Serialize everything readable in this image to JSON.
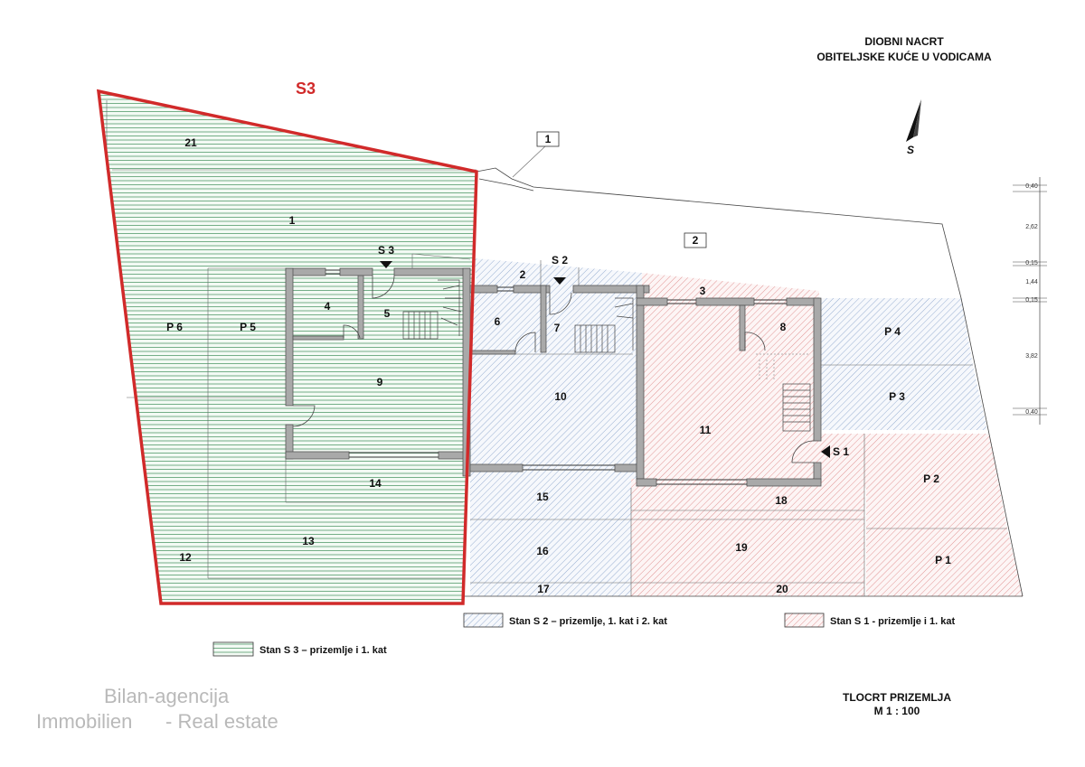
{
  "title": {
    "line1": "DIOBNI NACRT",
    "line2": "OBITELJSKE KUĆE U VODICAMA"
  },
  "north_label": "S",
  "unit_label_big": "S3",
  "entrances": {
    "s3": "S 3",
    "s2": "S 2",
    "s1": "S 1"
  },
  "boxed_labels": [
    "1",
    "2"
  ],
  "rooms": {
    "r1": "1",
    "r2": "2",
    "r3": "3",
    "r4": "4",
    "r5": "5",
    "r6": "6",
    "r7": "7",
    "r8": "8",
    "r9": "9",
    "r10": "10",
    "r11": "11",
    "r12": "12",
    "r13": "13",
    "r14": "14",
    "r15": "15",
    "r16": "16",
    "r17": "17",
    "r18": "18",
    "r19": "19",
    "r20": "20",
    "r21": "21",
    "p1": "P 1",
    "p2": "P 2",
    "p3": "P 3",
    "p4": "P 4",
    "p5": "P 5",
    "p6": "P 6"
  },
  "dimensions": [
    "0,40",
    "2,62",
    "0,15",
    "1,44",
    "0,15",
    "3,82",
    "0,40"
  ],
  "legend": {
    "s2": "Stan S 2 – prizemlje, 1. kat i 2. kat",
    "s1": "Stan S 1 - prizemlje i 1. kat",
    "s3": "Stan S 3 – prizemlje i 1. kat"
  },
  "colors": {
    "s3_green": "#3e8f5a",
    "s2_blue": "#6f8fbf",
    "s1_red": "#d66b6b",
    "highlight_red": "#d12a2a"
  },
  "footer": {
    "line1": "TLOCRT PRIZEMLJA",
    "line2": "M 1 : 100"
  },
  "watermark": {
    "line1": "Bilan-agencija",
    "line2": "Immobilien      - Real estate"
  }
}
